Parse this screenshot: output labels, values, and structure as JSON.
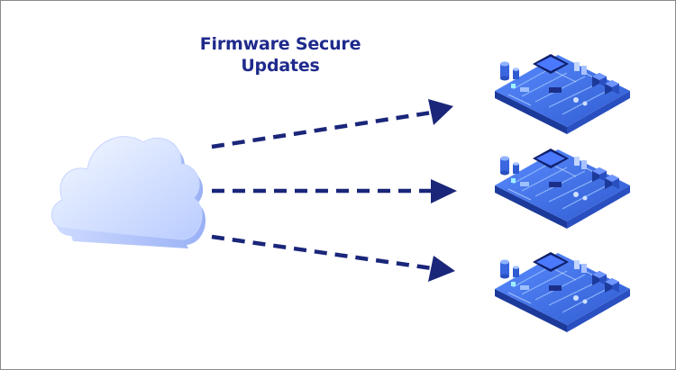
{
  "diagram": {
    "title_line1": "Firmware Secure",
    "title_line2": "Updates",
    "colors": {
      "arrow": "#1a2679",
      "title": "#1f2a8c",
      "cloud_light": "#eaf1ff",
      "cloud_dark": "#9fb8ff",
      "board_top": "#3c6fe0",
      "board_side": "#2142a8"
    },
    "nodes": [
      {
        "id": "cloud",
        "icon": "cloud-icon"
      },
      {
        "id": "board-1",
        "icon": "circuit-board-icon"
      },
      {
        "id": "board-2",
        "icon": "circuit-board-icon"
      },
      {
        "id": "board-3",
        "icon": "circuit-board-icon"
      }
    ],
    "edges": [
      {
        "from": "cloud",
        "to": "board-1",
        "style": "dashed"
      },
      {
        "from": "cloud",
        "to": "board-2",
        "style": "dashed"
      },
      {
        "from": "cloud",
        "to": "board-3",
        "style": "dashed"
      }
    ]
  }
}
